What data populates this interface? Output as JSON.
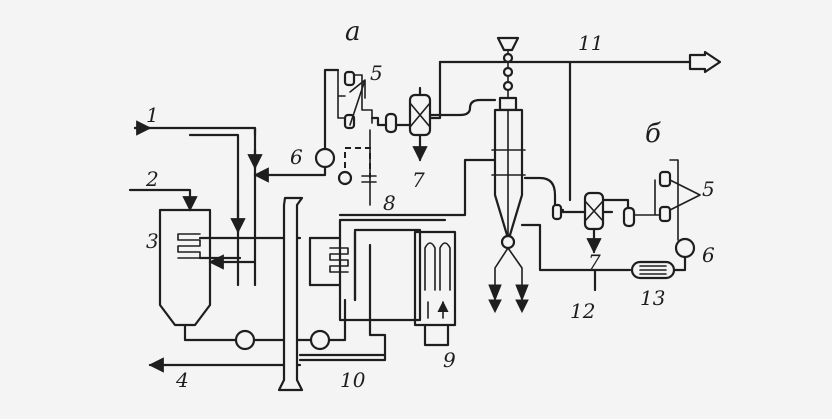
{
  "labels": {
    "a": "а",
    "b": "б",
    "n1": "1",
    "n2": "2",
    "n3": "3",
    "n4": "4",
    "n5a": "5",
    "n5b": "5",
    "n6a": "6",
    "n6b": "6",
    "n7a": "7",
    "n7b": "7",
    "n8": "8",
    "n9": "9",
    "n10": "10",
    "n11": "11",
    "n12": "12",
    "n13": "13"
  }
}
